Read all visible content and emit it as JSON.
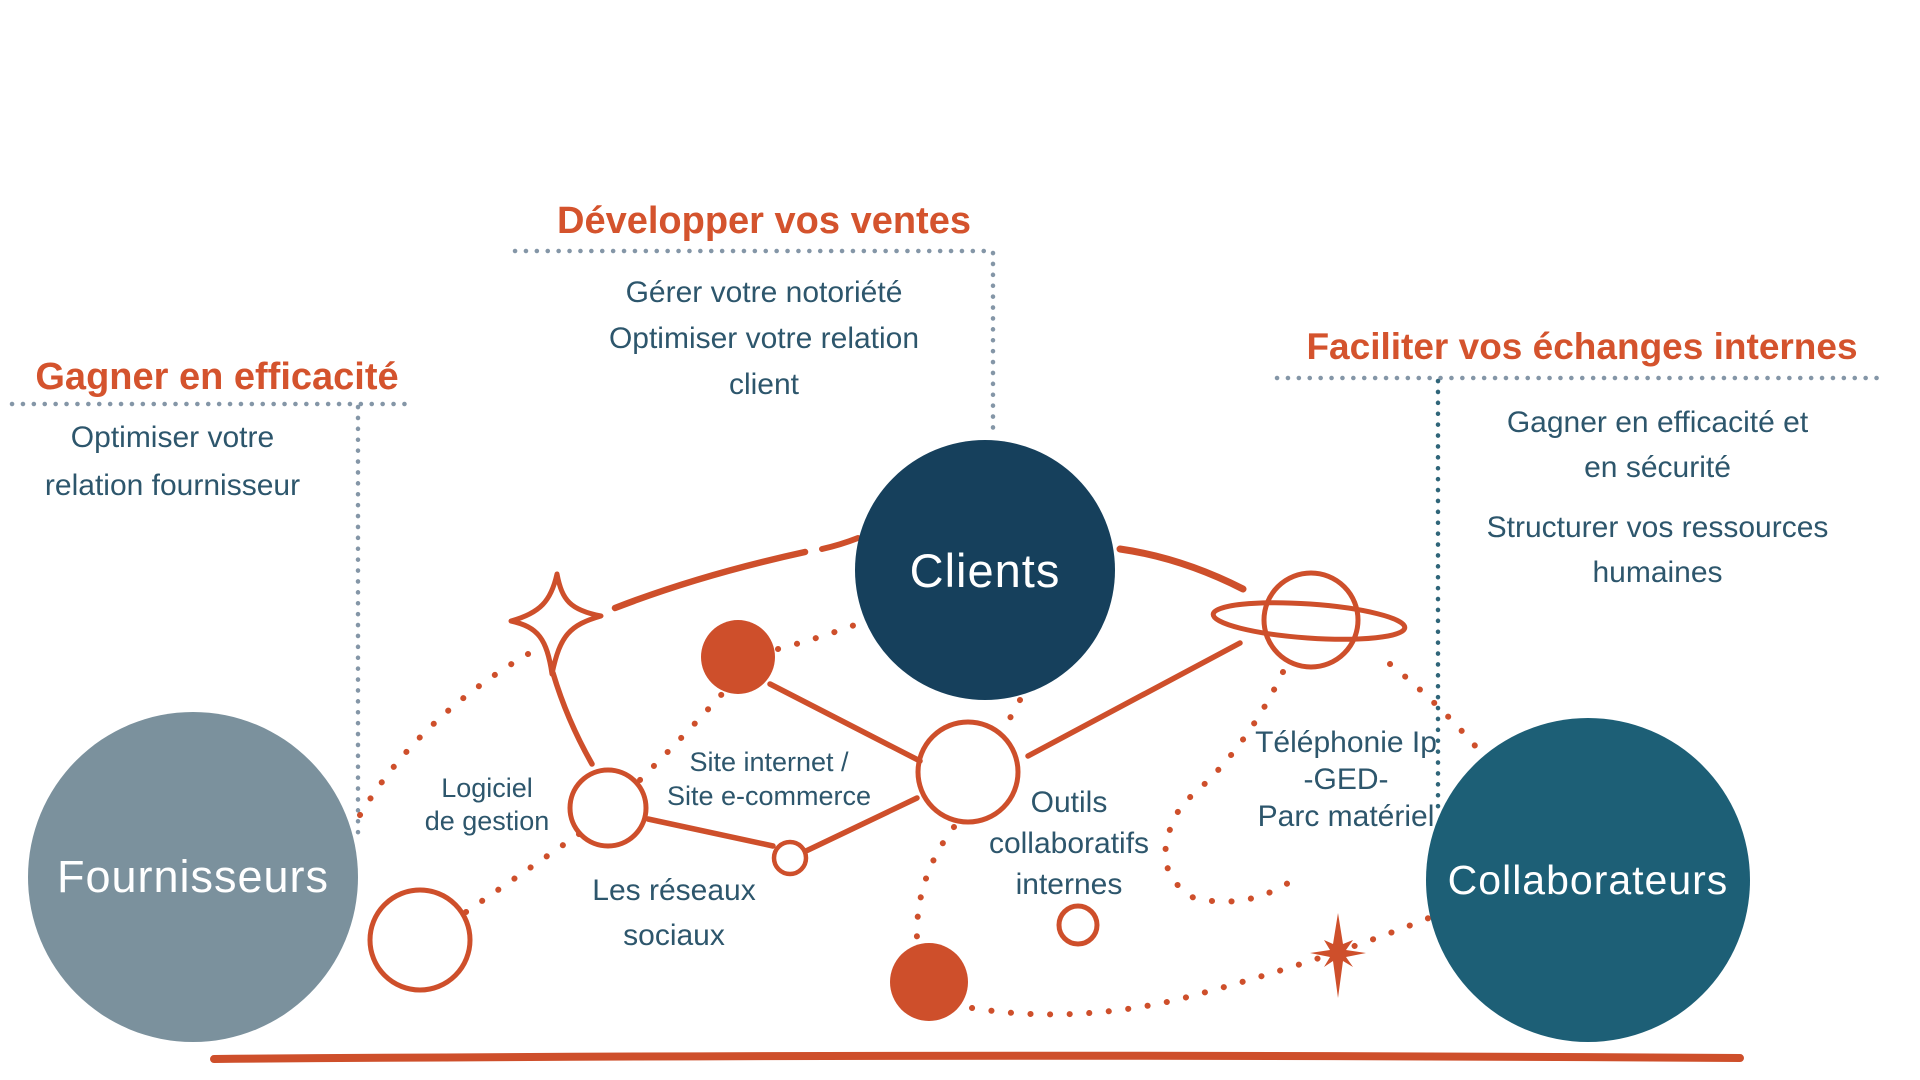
{
  "colors": {
    "accent_orange": "#CE4F2B",
    "heading_orange": "#D4532D",
    "navy": "#16405C",
    "steel_blue": "#7B919D",
    "teal": "#1D5F76",
    "body_text": "#2D566C",
    "dot_gray": "#8496A7",
    "dot_teal": "#2F6579"
  },
  "sections": {
    "top": {
      "title": "Développer vos ventes",
      "lines": [
        "Gérer votre notoriété",
        "Optimiser votre relation",
        "client"
      ]
    },
    "left": {
      "title": "Gagner en efficacité",
      "lines": [
        "Optimiser votre",
        "relation fournisseur"
      ]
    },
    "right": {
      "title": "Faciliter vos échanges internes",
      "lines": [
        "Gagner en efficacité et",
        "en sécurité",
        "Structurer vos ressources",
        "humaines"
      ]
    }
  },
  "nodes": {
    "clients": "Clients",
    "fournisseurs": "Fournisseurs",
    "collaborateurs": "Collaborateurs"
  },
  "labels": {
    "logiciel": [
      "Logiciel",
      "de gestion"
    ],
    "site": [
      "Site internet /",
      "Site e-commerce"
    ],
    "reseaux": [
      "Les réseaux",
      "sociaux"
    ],
    "outils": [
      "Outils",
      "collaboratifs",
      "internes"
    ],
    "telephonie": [
      "Téléphonie Ip",
      "-GED-",
      "Parc matériel"
    ]
  },
  "icons": {
    "star": "four-point-star",
    "planet": "saturn-planet",
    "sparkle": "sparkle-star"
  }
}
